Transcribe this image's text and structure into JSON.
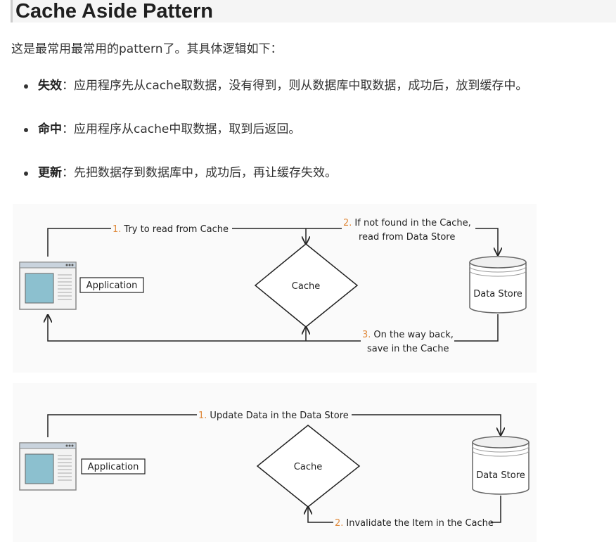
{
  "title": "Cache Aside Pattern",
  "intro": "这是最常用最常用的pattern了。其具体逻辑如下：",
  "bullets": [
    {
      "term": "失效",
      "text": "：应用程序先从cache取数据，没有得到，则从数据库中取数据，成功后，放到缓存中。"
    },
    {
      "term": "命中",
      "text": "：应用程序从cache中取数据，取到后返回。"
    },
    {
      "term": "更新",
      "text": "：先把数据存到数据库中，成功后，再让缓存失效。"
    }
  ],
  "diagram_read": {
    "application_label": "Application",
    "cache_label": "Cache",
    "datastore_label": "Data Store",
    "step1_num": "1.",
    "step1_text": "Try to read from Cache",
    "step2_num": "2.",
    "step2_line1": "If not found in the Cache,",
    "step2_line2": "read from Data Store",
    "step3_num": "3.",
    "step3_line1": "On the way back,",
    "step3_line2": "save in the Cache"
  },
  "diagram_update": {
    "application_label": "Application",
    "cache_label": "Cache",
    "datastore_label": "Data Store",
    "step1_num": "1.",
    "step1_text": "Update Data in the Data Store",
    "step2_num": "2.",
    "step2_text": "Invalidate the Item in the Cache"
  }
}
